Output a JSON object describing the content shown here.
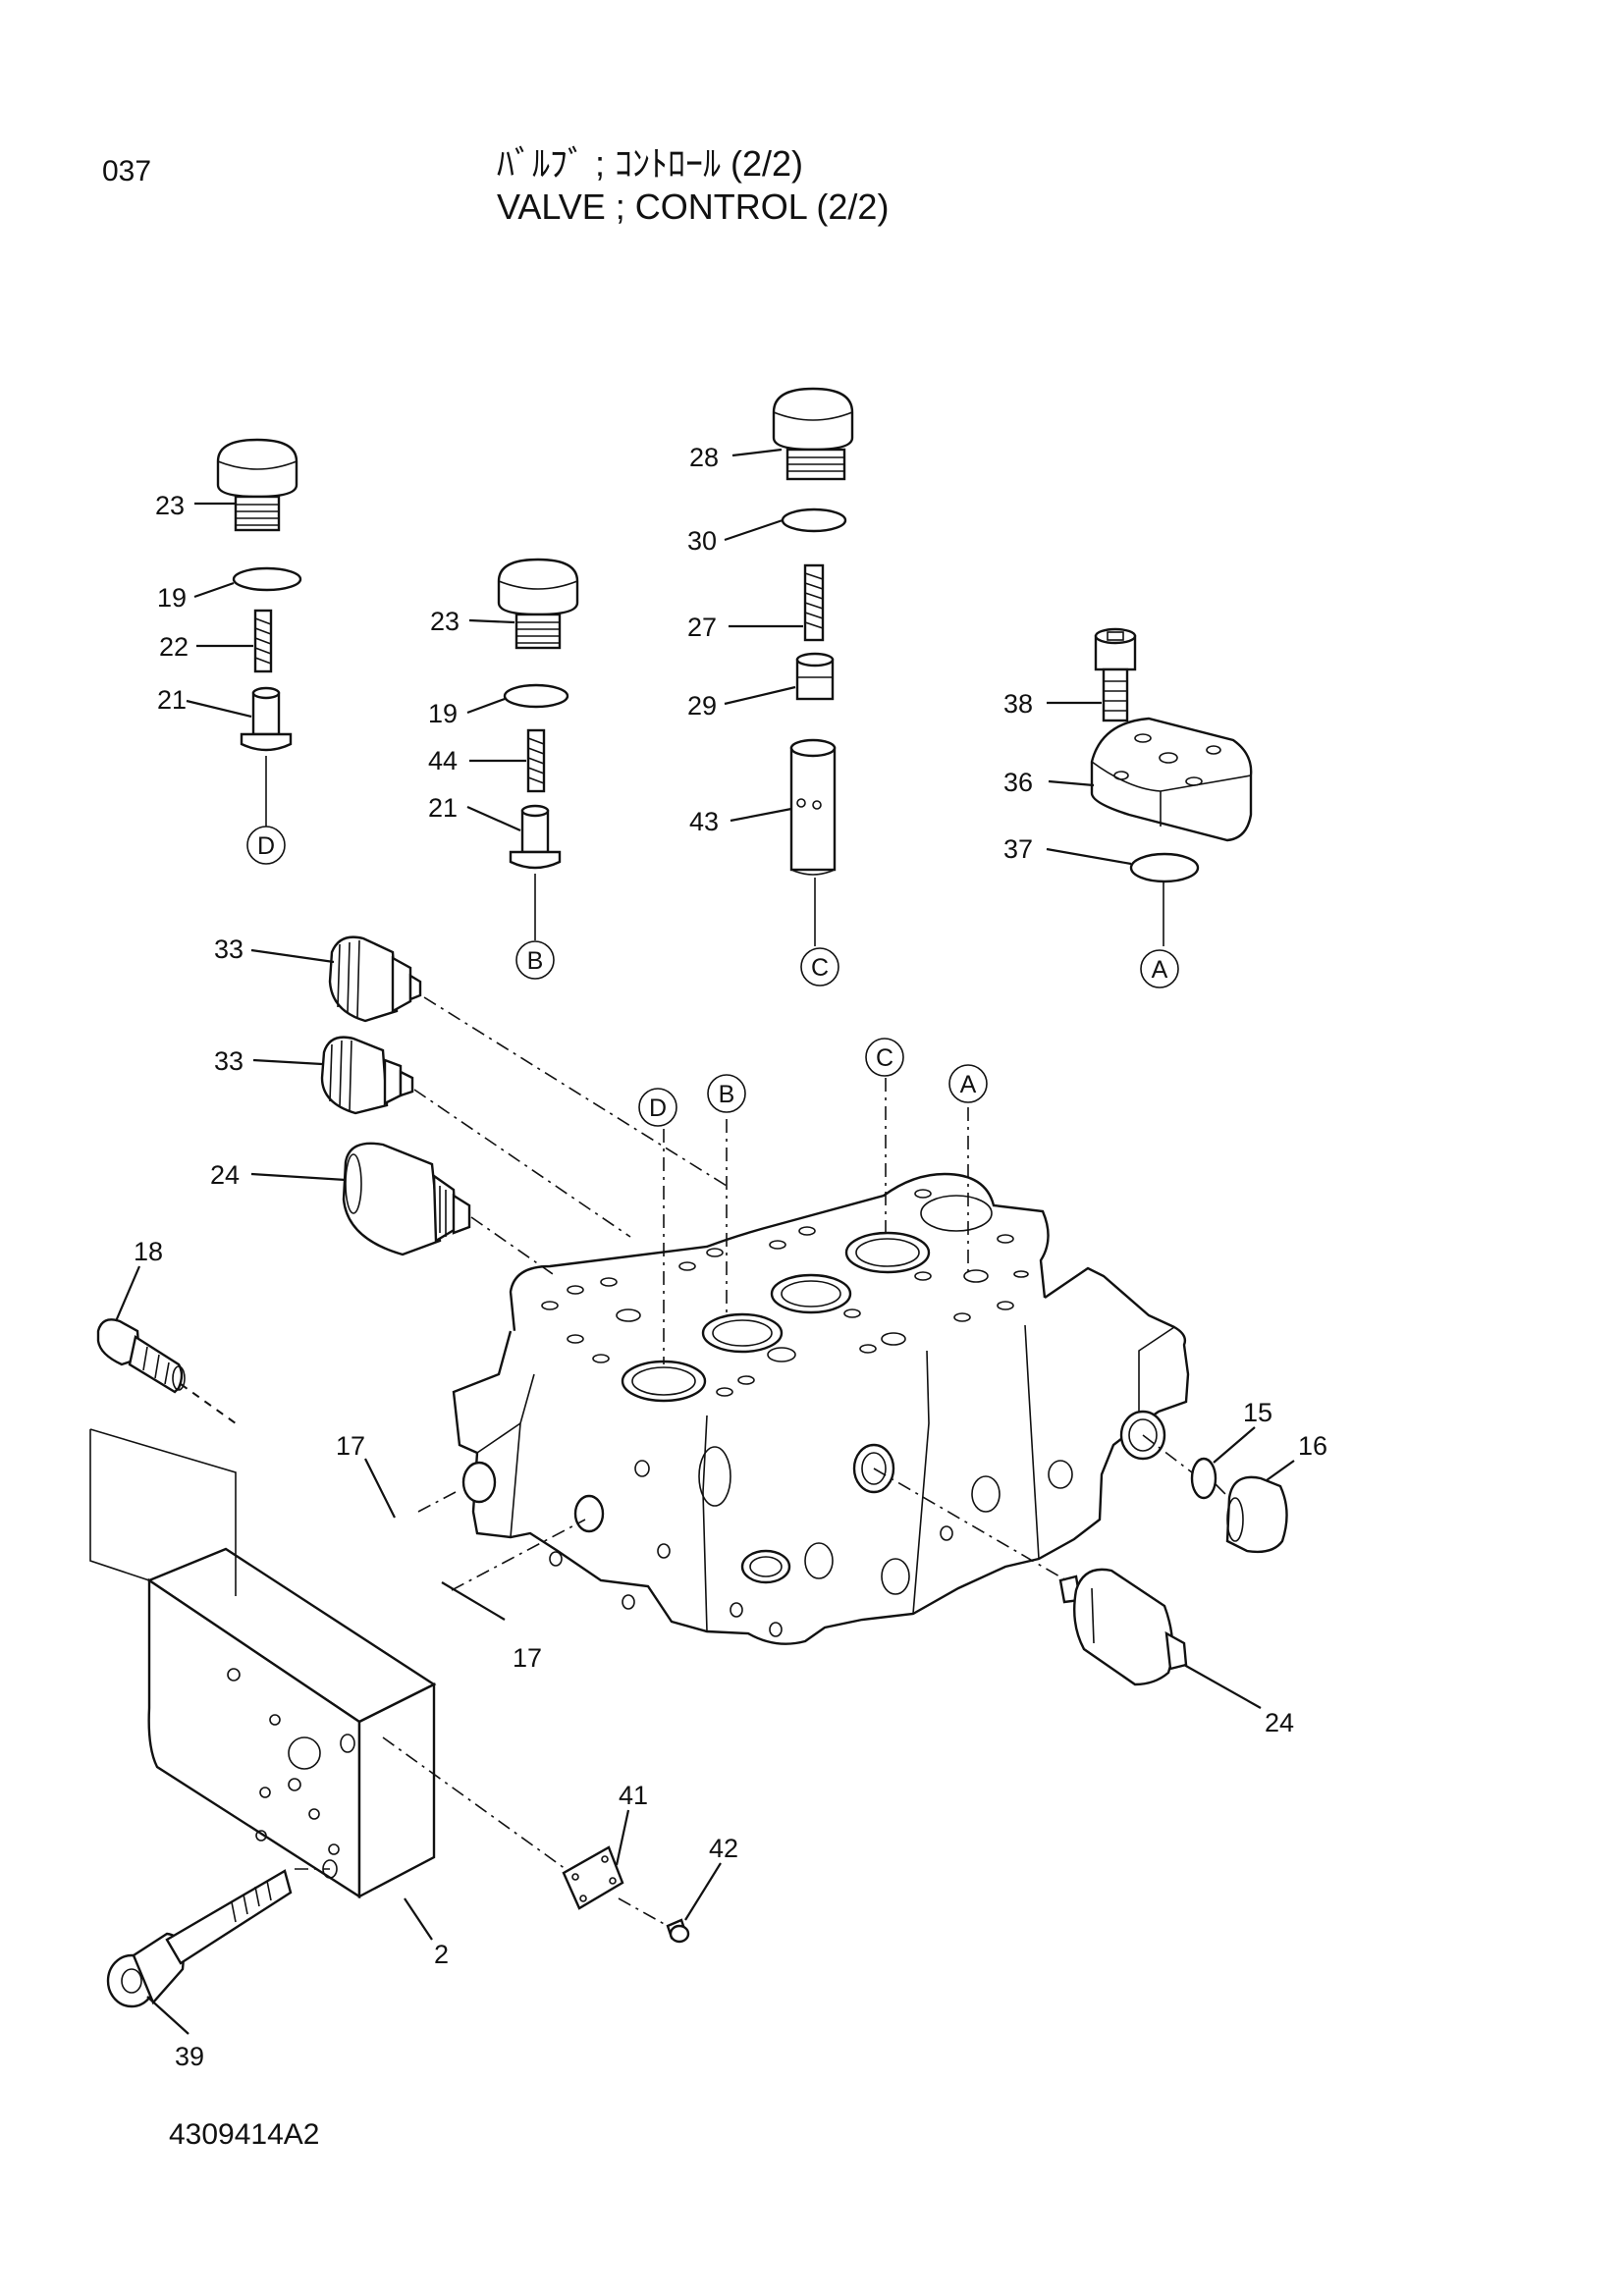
{
  "header": {
    "page_number": "037",
    "title_jp": "ﾊﾞﾙﾌﾞ ; ｺﾝﾄﾛｰﾙ (2/2)",
    "title_en": "VALVE ; CONTROL (2/2)"
  },
  "footer": {
    "drawing_number": "4309414A2"
  },
  "callouts": {
    "c23a": "23",
    "c19a": "19",
    "c22": "22",
    "c21a": "21",
    "c23b": "23",
    "c19b": "19",
    "c44": "44",
    "c21b": "21",
    "c28": "28",
    "c30": "30",
    "c27": "27",
    "c29": "29",
    "c43": "43",
    "c38": "38",
    "c36": "36",
    "c37": "37",
    "c33a": "33",
    "c33b": "33",
    "c24a": "24",
    "c18": "18",
    "c17a": "17",
    "c17b": "17",
    "c15": "15",
    "c16": "16",
    "c24b": "24",
    "c41": "41",
    "c42": "42",
    "c2": "2",
    "c39": "39"
  },
  "reference_markers": {
    "d_top": "D",
    "b_top": "B",
    "c_top": "C",
    "a_top": "A",
    "d_body": "D",
    "b_body": "B",
    "c_body": "C",
    "a_body": "A"
  }
}
